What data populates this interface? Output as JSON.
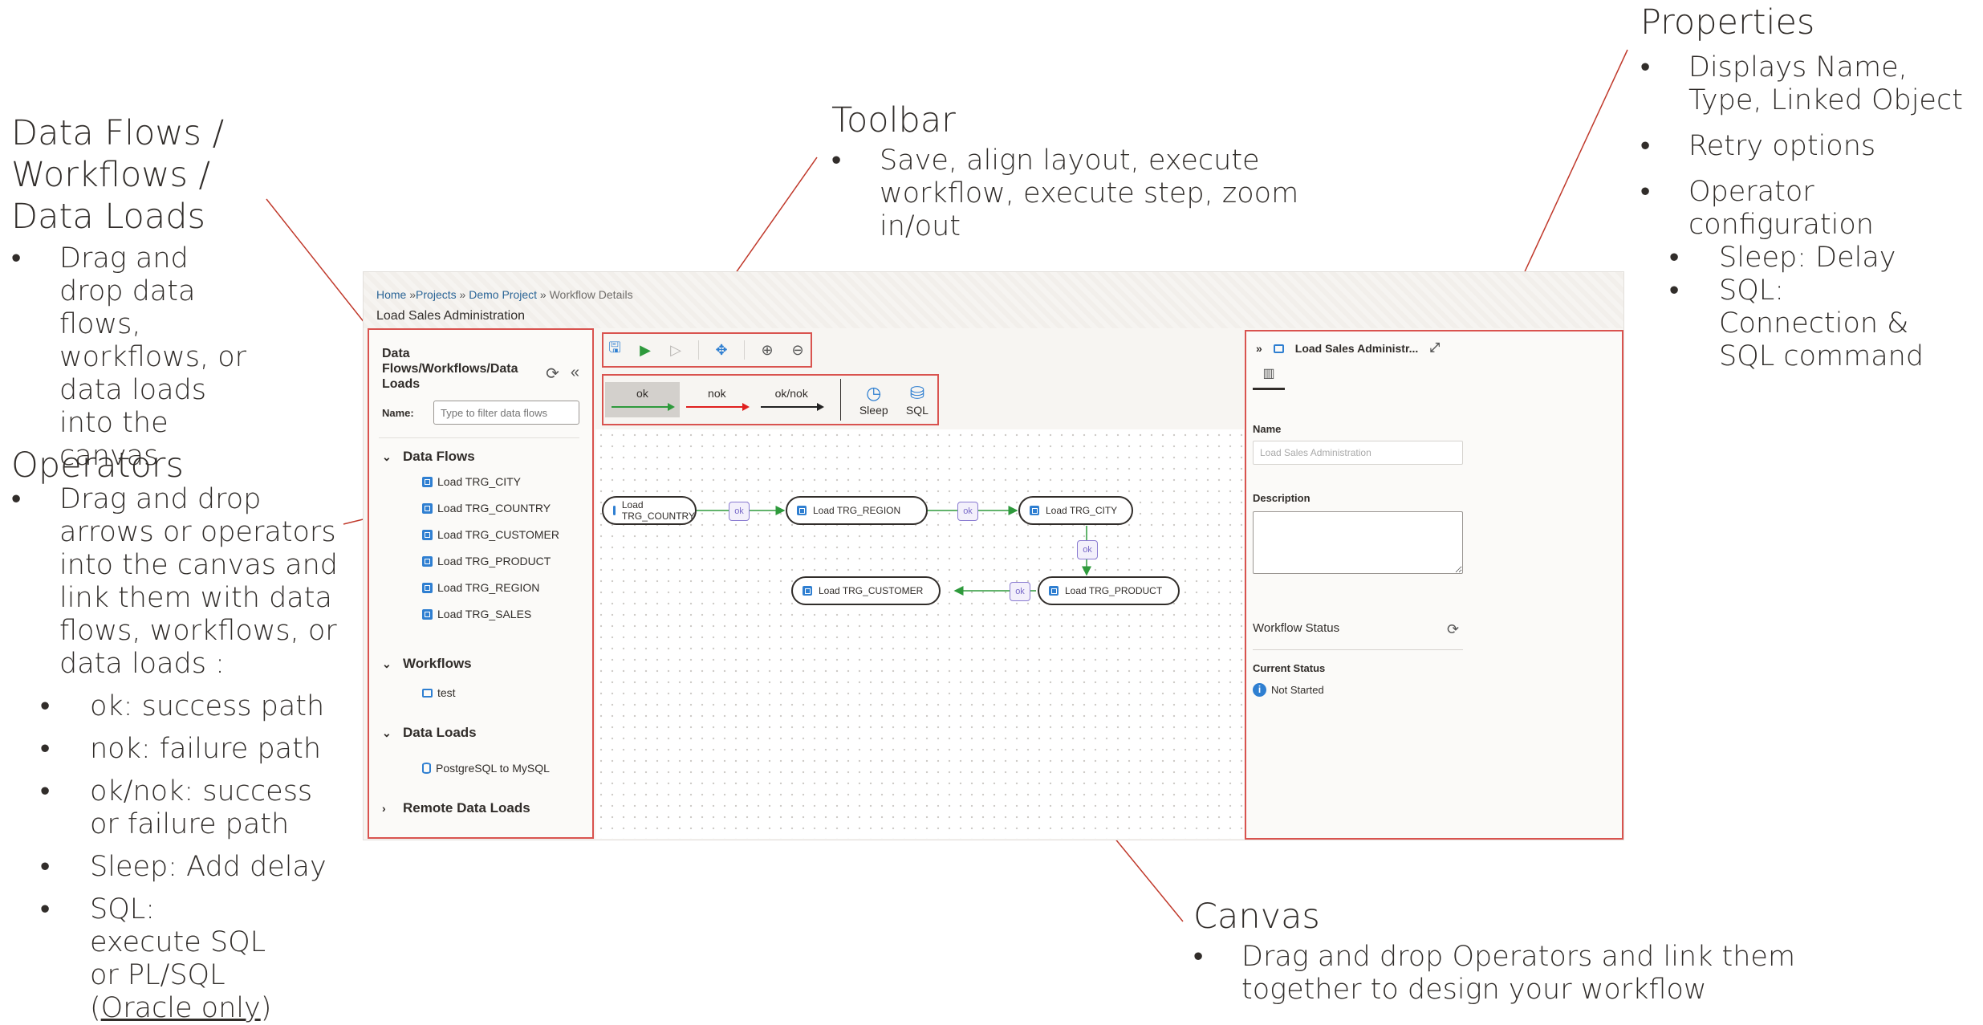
{
  "annotations": {
    "data_flows": {
      "title_lines": [
        "Data Flows /",
        "Workflows /",
        "Data Loads"
      ],
      "bullets": [
        "Drag and drop data flows, workflows, or data loads into the canvas"
      ]
    },
    "operators": {
      "title": "Operators",
      "bullets": [
        "Drag and drop arrows or operators into the canvas and link them with data flows, workflows, or data loads :"
      ],
      "sub_bullets": [
        "ok: success path",
        "nok: failure path",
        "ok/nok: success or failure path",
        "Sleep: Add delay"
      ],
      "sql_bullet_prefix": "SQL: execute SQL or PL/SQL (",
      "sql_bullet_underlined": "Oracle only",
      "sql_bullet_suffix": ")"
    },
    "toolbar": {
      "title": "Toolbar",
      "bullets": [
        "Save, align layout, execute workflow, execute step, zoom in/out"
      ]
    },
    "properties": {
      "title": "Properties",
      "bullets": [
        "Displays Name, Type, Linked Object",
        "Retry options",
        "Operator configuration"
      ],
      "sub_bullets": [
        "Sleep: Delay",
        "SQL: Connection & SQL command"
      ]
    },
    "canvas": {
      "title": "Canvas",
      "bullets": [
        "Drag and drop Operators and link them together to design your workflow"
      ]
    }
  },
  "app": {
    "breadcrumb": {
      "home": "Home",
      "sep1": " »",
      "projects": "Projects",
      "sep2": " » ",
      "demo_project": "Demo Project",
      "sep3": " » ",
      "current": "Workflow Details"
    },
    "page_name": "Load Sales Administration",
    "left_panel": {
      "title": "Data Flows/Workflows/Data Loads",
      "name_label": "Name:",
      "filter_placeholder": "Type to filter data flows",
      "sections": {
        "data_flows": {
          "label": "Data Flows",
          "items": [
            "Load TRG_CITY",
            "Load TRG_COUNTRY",
            "Load TRG_CUSTOMER",
            "Load TRG_PRODUCT",
            "Load TRG_REGION",
            "Load TRG_SALES"
          ]
        },
        "workflows": {
          "label": "Workflows",
          "items": [
            "test"
          ]
        },
        "data_loads": {
          "label": "Data Loads",
          "items": [
            "PostgreSQL to MySQL"
          ]
        },
        "remote_data_loads": {
          "label": "Remote Data Loads"
        }
      }
    },
    "toolbar_icons": [
      "save-icon",
      "execute-workflow-icon",
      "execute-step-icon",
      "align-layout-icon",
      "zoom-in-icon",
      "zoom-out-icon"
    ],
    "palette": {
      "ok": "ok",
      "nok": "nok",
      "oknok": "ok/nok",
      "sleep": "Sleep",
      "sql": "SQL"
    },
    "canvas": {
      "nodes": {
        "country": "Load TRG_COUNTRY",
        "region": "Load TRG_REGION",
        "city": "Load TRG_CITY",
        "product": "Load TRG_PRODUCT",
        "customer": "Load TRG_CUSTOMER"
      },
      "link_label": "ok"
    },
    "properties_panel": {
      "header_title": "Load Sales Administr...",
      "name_label": "Name",
      "name_value": "Load Sales Administration",
      "description_label": "Description",
      "workflow_status_label": "Workflow Status",
      "current_status_label": "Current Status",
      "current_status_value": "Not Started"
    }
  },
  "colors": {
    "callout_line": "#c0392b",
    "highlight_box": "#d9534f",
    "ok_green": "#2e9a3c",
    "nok_red": "#e0201f",
    "accent_blue": "#2f7fd1"
  }
}
